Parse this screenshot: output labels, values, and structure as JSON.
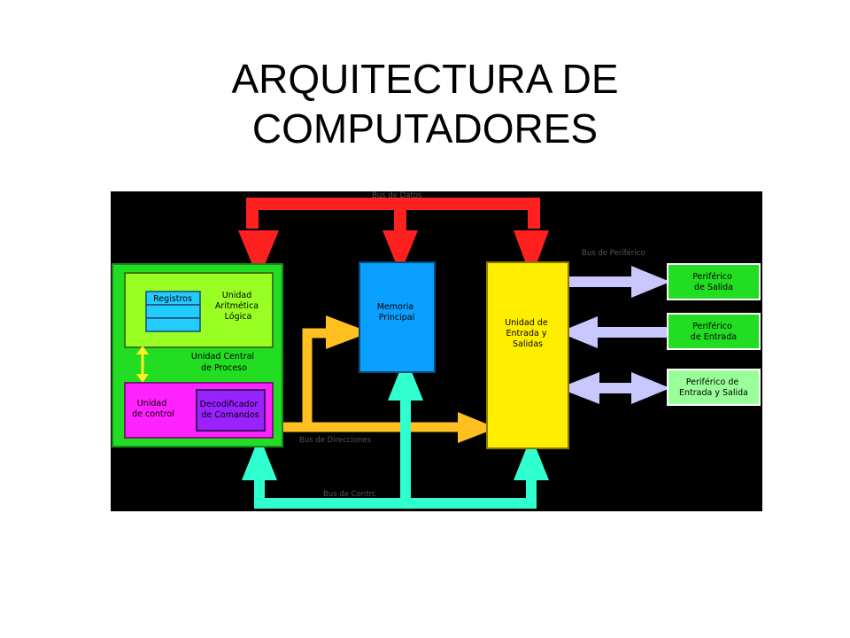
{
  "slide": {
    "title_line1": "ARQUITECTURA DE",
    "title_line2": "COMPUTADORES"
  },
  "diagram": {
    "background_color": "#000000",
    "buses": {
      "datos": {
        "label": "Bus de Datos",
        "color": "#ff2020"
      },
      "direcciones": {
        "label": "Bus de Direcciones",
        "color": "#ffc020"
      },
      "control": {
        "label": "Bus de Contrc",
        "color": "#30ffd0"
      },
      "periferico": {
        "label": "Bus de Periférico",
        "color": "#c8c8ff"
      }
    },
    "cpu": {
      "label_line1": "Unidad Central",
      "label_line2": "de Proceso",
      "color": "#22dd22",
      "alu": {
        "label_line1": "Unidad",
        "label_line2": "Aritmética",
        "label_line3": "Lógica",
        "color": "#99ff22",
        "registros_label": "Registros",
        "registros_color": "#22ccff"
      },
      "control_unit": {
        "label_line1": "Unidad",
        "label_line2": "de control",
        "color": "#ff22ff",
        "decodificador_line1": "Decodificador",
        "decodificador_line2": "de Comandos",
        "decodificador_color": "#9922ff"
      }
    },
    "memoria": {
      "label_line1": "Memoria",
      "label_line2": "Principal",
      "color": "#0aa0ff"
    },
    "io_unit": {
      "label_line1": "Unidad de",
      "label_line2": "Entrada y",
      "label_line3": "Salidas",
      "color": "#ffee00"
    },
    "perifericos": {
      "salida": {
        "label_line1": "Periférico",
        "label_line2": "de Salida",
        "color": "#22dd22"
      },
      "entrada": {
        "label_line1": "Periférico",
        "label_line2": "de Entrada",
        "color": "#22dd22"
      },
      "entrada_salida": {
        "label_line1": "Periférico  de",
        "label_line2": "Entrada y Salida",
        "color": "#99ff99"
      }
    }
  }
}
